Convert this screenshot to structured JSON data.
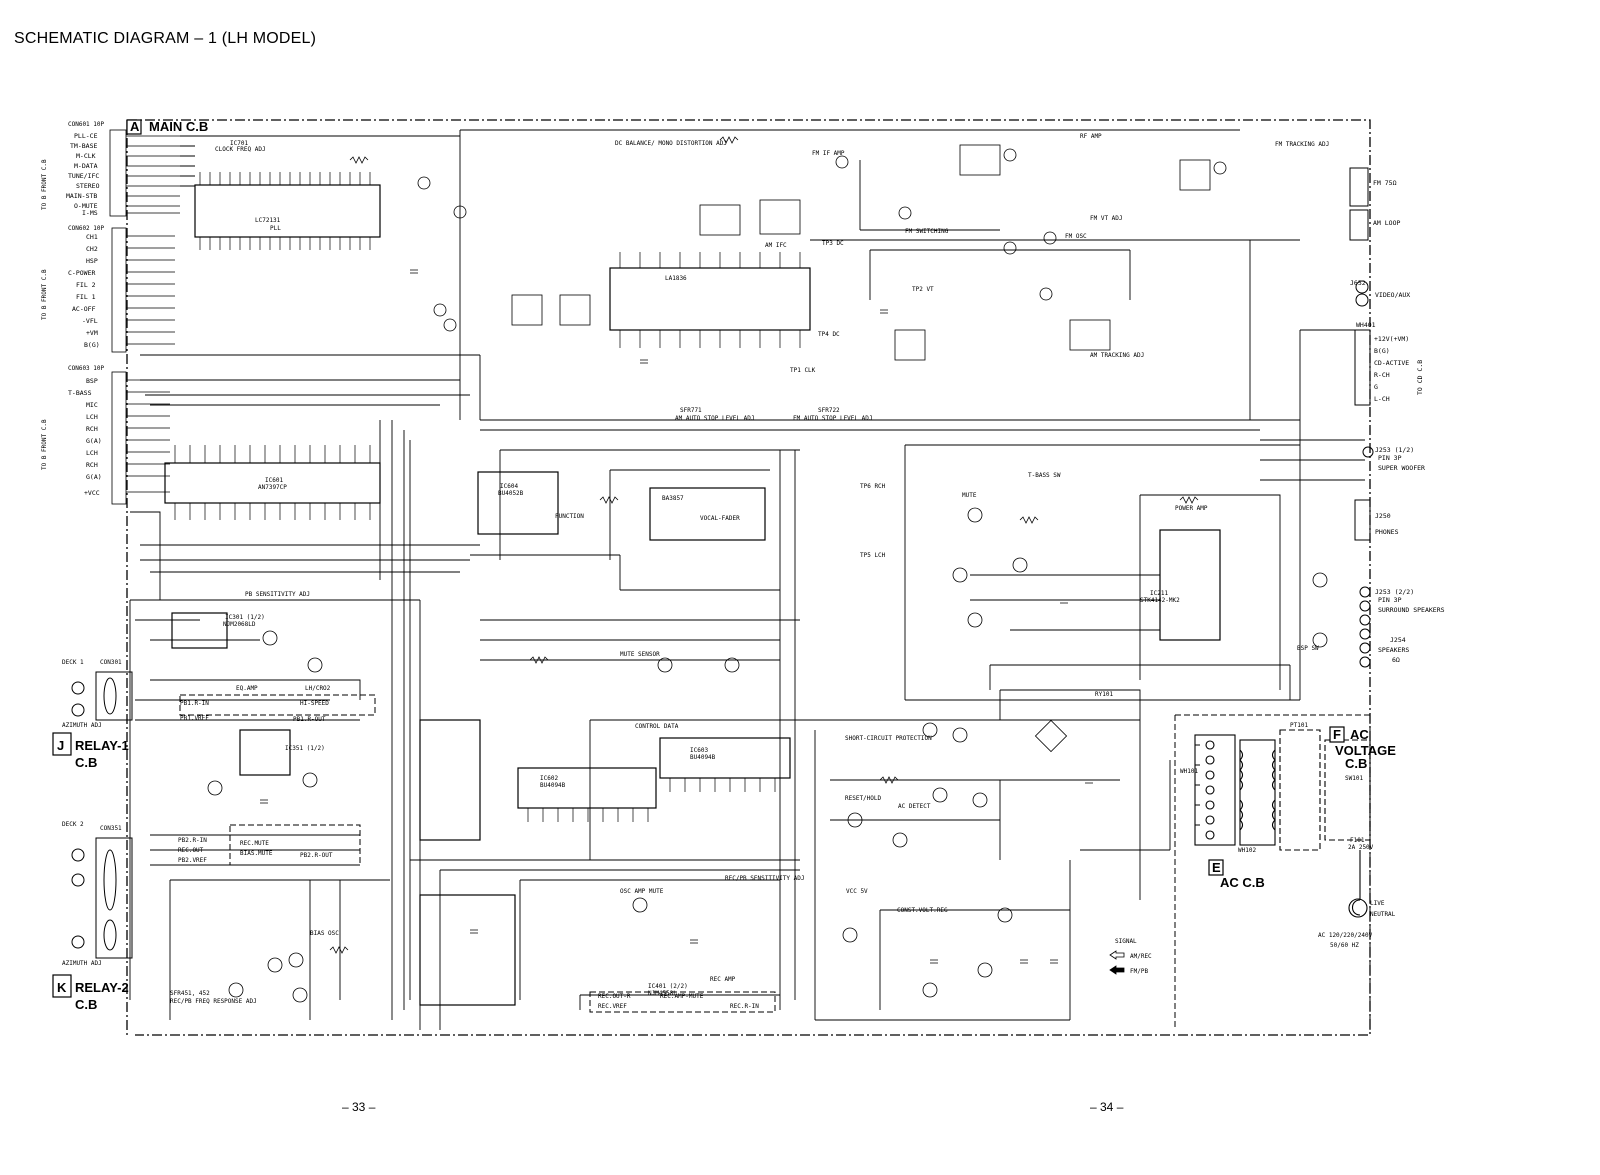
{
  "title": "SCHEMATIC DIAGRAM – 1 (LH MODEL)",
  "page_left": "– 33 –",
  "page_right": "– 34 –",
  "boards": {
    "main_letter": "A",
    "main_name": "MAIN C.B",
    "relay1_letter": "J",
    "relay1_name": "RELAY-1",
    "relay1_sub": "C.B",
    "relay2_letter": "K",
    "relay2_name": "RELAY-2",
    "relay2_sub": "C.B",
    "ac_letter": "E",
    "ac_name": "AC C.B",
    "voltage_letter": "F",
    "voltage_name": "AC",
    "voltage_sub1": "VOLTAGE",
    "voltage_sub2": "C.B"
  },
  "connectors": {
    "con601": "CON601 10P",
    "con602": "CON602 10P",
    "con603": "CON603 10P",
    "to_front1": "TO B FRONT C.B",
    "to_front2": "TO B FRONT C.B",
    "to_front3": "TO B FRONT C.B",
    "con601_pins": [
      "PLL-CE",
      "TM-BASE",
      "M-CLK",
      "M-DATA",
      "TUNE/IFC",
      "STEREO",
      "MAIN-STB",
      "O-MUTE",
      "I-MS"
    ],
    "con602_pins": [
      "CH1",
      "CH2",
      "HSP",
      "C-POWER",
      "FIL 2",
      "FIL 1",
      "AC-OFF",
      "-VFL",
      "+VM",
      "B(G)"
    ],
    "con603_pins": [
      "BSP",
      "T-BASS",
      "MIC",
      "LCH",
      "RCH",
      "G(A)",
      "LCH",
      "RCH",
      "G(A)",
      "+VCC"
    ]
  },
  "right_side": {
    "antenna_fm": "FM 75Ω",
    "antenna_am": "AM LOOP",
    "j652": "J652",
    "video_aux": "VIDEO/AUX",
    "wh401": "WH401",
    "wh401_pins": [
      "+12V(+VM)",
      "B(G)",
      "CD-ACTIVE",
      "R-CH",
      "G",
      "L-CH"
    ],
    "to_cd": "TO CD C.B",
    "j253_1": "J253 (1/2)",
    "pin3p_1": "PIN 3P",
    "super_woofer": "SUPER WOOFER",
    "j250": "J250",
    "phones": "PHONES",
    "j253_2": "J253 (2/2)",
    "pin3p_2": "PIN 3P",
    "surround": "SURROUND SPEAKERS",
    "j254": "J254",
    "speakers": "SPEAKERS",
    "ohm": "6Ω"
  },
  "ic_labels": {
    "ic701": "IC701",
    "clock_freq": "CLOCK FREQ ADJ",
    "pll": "PLL",
    "lc72131": "LC72131",
    "ic601": "IC601",
    "ic601_part": "AN7397CP",
    "ic604": "IC604",
    "ic604_part": "BU4052B",
    "ic602": "IC602",
    "ic602_part": "BU4094B",
    "ic603": "IC603",
    "ic603_part": "BU4094B",
    "ic211": "IC211",
    "ic211_part": "STK4142-MK2",
    "ic301": "IC301 (1/2)",
    "ic301_part": "NJM2068LD",
    "ic351": "IC351 (1/2)",
    "ic401": "IC401 (2/2)",
    "ic401_part": "NJM4558L",
    "la1836": "LA1836",
    "ba3857": "BA3857",
    "function": "FUNCTION",
    "vocal_fader": "VOCAL-FADER",
    "power_amp": "POWER AMP",
    "mute_sensor": "MUTE SENSOR",
    "control_data": "CONTROL DATA",
    "short_circuit": "SHORT-CIRCUIT PROTECTION",
    "reset_hold": "RESET/HOLD",
    "ac_detect": "AC DETECT",
    "const_volt": "CONST.VOLT.REG",
    "vcc_5v": "VCC 5V",
    "rec_amp": "REC AMP",
    "osc_amp_mute": "OSC AMP MUTE",
    "bias_osc": "BIAS OSC",
    "rec_pb_sens": "REC/PB SENSITIVITY ADJ",
    "pb_sens": "PB SENSITIVITY ADJ",
    "sfr771": "SFR771",
    "am_auto_stop": "AM AUTO STOP LEVEL ADJ",
    "sfr722": "SFR722",
    "fm_auto_stop": "FM AUTO STOP LEVEL ADJ",
    "fm_tracking": "FM TRACKING ADJ",
    "am_tracking": "AM TRACKING ADJ",
    "fm_if_amp": "FM IF AMP",
    "fm_osc": "FM OSC",
    "fm_vt_adj": "FM VT ADJ",
    "am_ifc": "AM IFC",
    "rf_amp": "RF AMP",
    "fm_switching": "FM SWITCHING",
    "dc_balance": "DC BALANCE/ MONO DISTORTION ADJ",
    "tp1": "TP1 CLK",
    "tp4": "TP4 DC",
    "tp3": "TP3 DC",
    "tp2": "TP2 VT",
    "tp6": "TP6 RCH",
    "tp5": "TP5 LCH",
    "t_bass_sw": "T-BASS SW",
    "mute": "MUTE",
    "bsp_sw": "BSP SW",
    "ry101": "RY101",
    "deck1": "DECK 1",
    "deck2": "DECK 2",
    "con301": "CON301",
    "con351": "CON351",
    "azimuth1": "AZIMUTH ADJ",
    "azimuth2": "AZIMUTH ADJ",
    "eq_amp": "EQ.AMP",
    "pb_r_in": "PB1.R-IN",
    "pb1_vref": "PB1.VREF",
    "lh_cro2": "LH/CRO2",
    "hi_speed": "HI-SPEED",
    "pb1_rout": "PB1.R-OUT",
    "pb2_r_in": "PB2.R-IN",
    "rec_out": "REC.OUT",
    "pb2_vref": "PB2.VREF",
    "rec_mute": "REC.MUTE",
    "bias_mute": "BIAS.MUTE",
    "pb2_rout": "PB2.R-OUT",
    "rec_vref": "REC.VREF",
    "rec_out_r": "REC.OUT-R",
    "rec_amp_mute": "REC.AMP-MUTE",
    "rec_r_in": "REC.R-IN",
    "sfr451": "SFR451, 452",
    "rec_pb_freq": "REC/PB FREQ RESPONSE ADJ",
    "pt101": "PT101",
    "wh101": "WH101",
    "wh102": "WH102",
    "sw101": "SW101",
    "f101": "F101",
    "f101_val": "2A 250V",
    "live": "LIVE",
    "neutral": "NEUTRAL",
    "ac_in": "AC 120/220/240V",
    "ac_hz": "50/60 HZ"
  },
  "legend": {
    "heading": "SIGNAL",
    "am_rec": "AM/REC",
    "fm_pb": "FM/PB"
  }
}
